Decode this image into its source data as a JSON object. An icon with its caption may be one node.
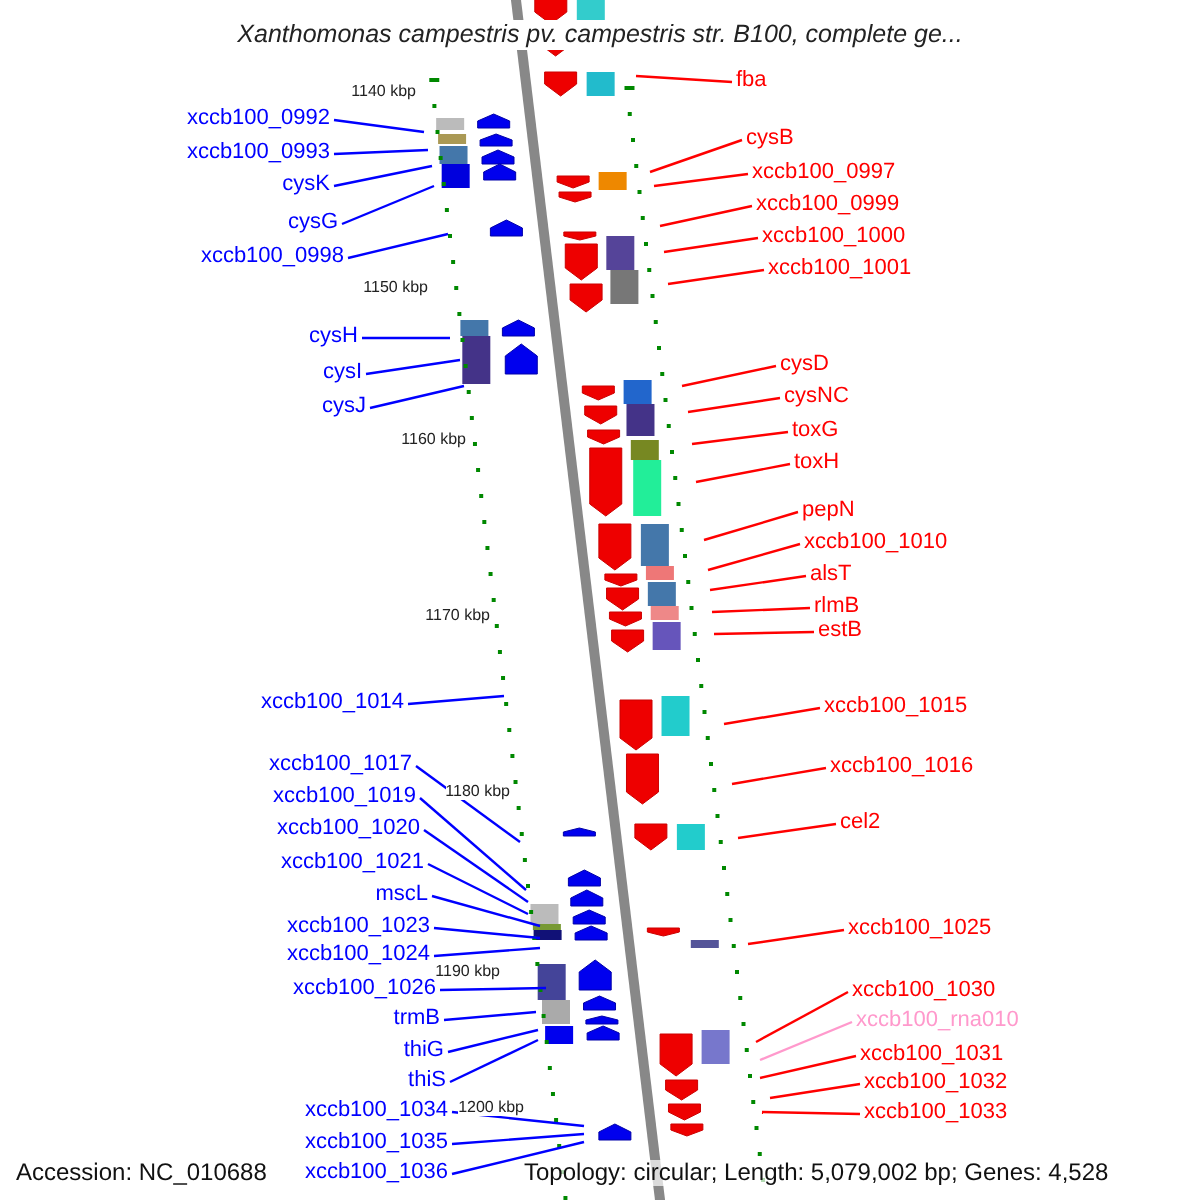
{
  "diagram": {
    "title": "Xanthomonas campestris pv. campestris str. B100, complete ge...",
    "nodes": [
      {
        "text": [
          "xccb100_0992"
        ]
      },
      {
        "text": [
          "xccb100_0993"
        ]
      },
      {
        "text": [
          "cysK"
        ]
      },
      {
        "text": [
          "cysG"
        ]
      },
      {
        "text": [
          "xccb100_0998"
        ]
      },
      {
        "text": [
          "cysH"
        ]
      },
      {
        "text": [
          "cysI"
        ]
      },
      {
        "text": [
          "cysJ"
        ]
      },
      {
        "text": [
          "xccb100_1014"
        ]
      },
      {
        "text": [
          "xccb100_1017"
        ]
      },
      {
        "text": [
          "xccb100_1019"
        ]
      },
      {
        "text": [
          "xccb100_1020"
        ]
      },
      {
        "text": [
          "xccb100_1021"
        ]
      },
      {
        "text": [
          "mscL"
        ]
      },
      {
        "text": [
          "xccb100_1023"
        ]
      },
      {
        "text": [
          "xccb100_1024"
        ]
      },
      {
        "text": [
          "xccb100_1026"
        ]
      },
      {
        "text": [
          "trmB"
        ]
      },
      {
        "text": [
          "thiG"
        ]
      },
      {
        "text": [
          "thiS"
        ]
      },
      {
        "text": [
          "xccb100_1034"
        ]
      },
      {
        "text": [
          "xccb100_1035"
        ]
      },
      {
        "text": [
          "xccb100_1036"
        ]
      },
      {
        "text": [
          "fba"
        ]
      },
      {
        "text": [
          "cysB"
        ]
      },
      {
        "text": [
          "xccb100_0997"
        ]
      },
      {
        "text": [
          "xccb100_0999"
        ]
      },
      {
        "text": [
          "xccb100_1000"
        ]
      },
      {
        "text": [
          "xccb100_1001"
        ]
      },
      {
        "text": [
          "cysD"
        ]
      },
      {
        "text": [
          "cysNC"
        ]
      },
      {
        "text": [
          "toxG"
        ]
      },
      {
        "text": [
          "toxH"
        ]
      },
      {
        "text": [
          "pepN"
        ]
      },
      {
        "text": [
          "xccb100_1010"
        ]
      },
      {
        "text": [
          "alsT"
        ]
      },
      {
        "text": [
          "rlmB"
        ]
      },
      {
        "text": [
          "estB"
        ]
      },
      {
        "text": [
          "xccb100_1015"
        ]
      },
      {
        "text": [
          "xccb100_1016"
        ]
      },
      {
        "text": [
          "cel2"
        ]
      },
      {
        "text": [
          "xccb100_1025"
        ]
      },
      {
        "text": [
          "xccb100_1030"
        ]
      },
      {
        "text": [
          "xccb100_rna010"
        ]
      },
      {
        "text": [
          "xccb100_1031"
        ]
      },
      {
        "text": [
          "xccb100_1032"
        ]
      },
      {
        "text": [
          "xccb100_1033"
        ]
      }
    ],
    "edges": [
      {
        "from": 0,
        "to": null,
        "arrow": "none",
        "color": "#0000ff"
      },
      {
        "from": 1,
        "to": null,
        "arrow": "none",
        "color": "#0000ff"
      },
      {
        "from": 2,
        "to": null,
        "arrow": "none",
        "color": "#0000ff"
      },
      {
        "from": 3,
        "to": null,
        "arrow": "none",
        "color": "#0000ff"
      },
      {
        "from": 4,
        "to": null,
        "arrow": "none",
        "color": "#0000ff"
      },
      {
        "from": 5,
        "to": null,
        "arrow": "none",
        "color": "#0000ff"
      },
      {
        "from": 6,
        "to": null,
        "arrow": "none",
        "color": "#0000ff"
      },
      {
        "from": 7,
        "to": null,
        "arrow": "none",
        "color": "#0000ff"
      },
      {
        "from": 8,
        "to": null,
        "arrow": "none",
        "color": "#0000ff"
      },
      {
        "from": 9,
        "to": null,
        "arrow": "none",
        "color": "#0000ff"
      },
      {
        "from": 10,
        "to": null,
        "arrow": "none",
        "color": "#0000ff"
      },
      {
        "from": 11,
        "to": null,
        "arrow": "none",
        "color": "#0000ff"
      },
      {
        "from": 12,
        "to": null,
        "arrow": "none",
        "color": "#0000ff"
      },
      {
        "from": 13,
        "to": null,
        "arrow": "none",
        "color": "#0000ff"
      },
      {
        "from": 14,
        "to": null,
        "arrow": "none",
        "color": "#0000ff"
      },
      {
        "from": 15,
        "to": null,
        "arrow": "none",
        "color": "#0000ff"
      },
      {
        "from": 16,
        "to": null,
        "arrow": "none",
        "color": "#0000ff"
      },
      {
        "from": 17,
        "to": null,
        "arrow": "none",
        "color": "#0000ff"
      },
      {
        "from": 18,
        "to": null,
        "arrow": "none",
        "color": "#0000ff"
      },
      {
        "from": 19,
        "to": null,
        "arrow": "none",
        "color": "#0000ff"
      },
      {
        "from": 20,
        "to": null,
        "arrow": "none",
        "color": "#0000ff"
      },
      {
        "from": 21,
        "to": null,
        "arrow": "none",
        "color": "#0000ff"
      },
      {
        "from": 22,
        "to": null,
        "arrow": "none",
        "color": "#0000ff"
      },
      {
        "from": 23,
        "to": null,
        "arrow": "none",
        "color": "#ff0000"
      },
      {
        "from": 24,
        "to": null,
        "arrow": "none",
        "color": "#ff0000"
      },
      {
        "from": 25,
        "to": null,
        "arrow": "none",
        "color": "#ff0000"
      },
      {
        "from": 26,
        "to": null,
        "arrow": "none",
        "color": "#ff0000"
      },
      {
        "from": 27,
        "to": null,
        "arrow": "none",
        "color": "#ff0000"
      },
      {
        "from": 28,
        "to": null,
        "arrow": "none",
        "color": "#ff0000"
      },
      {
        "from": 29,
        "to": null,
        "arrow": "none",
        "color": "#ff0000"
      },
      {
        "from": 30,
        "to": null,
        "arrow": "none",
        "color": "#ff0000"
      },
      {
        "from": 31,
        "to": null,
        "arrow": "none",
        "color": "#ff0000"
      },
      {
        "from": 32,
        "to": null,
        "arrow": "none",
        "color": "#ff0000"
      },
      {
        "from": 33,
        "to": null,
        "arrow": "none",
        "color": "#ff0000"
      },
      {
        "from": 34,
        "to": null,
        "arrow": "none",
        "color": "#ff0000"
      },
      {
        "from": 35,
        "to": null,
        "arrow": "none",
        "color": "#ff0000"
      },
      {
        "from": 36,
        "to": null,
        "arrow": "none",
        "color": "#ff0000"
      },
      {
        "from": 37,
        "to": null,
        "arrow": "none",
        "color": "#ff0000"
      },
      {
        "from": 38,
        "to": null,
        "arrow": "none",
        "color": "#ff0000"
      },
      {
        "from": 39,
        "to": null,
        "arrow": "none",
        "color": "#ff0000"
      },
      {
        "from": 40,
        "to": null,
        "arrow": "none",
        "color": "#ff0000"
      },
      {
        "from": 41,
        "to": null,
        "arrow": "none",
        "color": "#ff0000"
      },
      {
        "from": 42,
        "to": null,
        "arrow": "none",
        "color": "#ff0000"
      },
      {
        "from": 43,
        "to": null,
        "arrow": "none",
        "color": "#ff99cc"
      },
      {
        "from": 44,
        "to": null,
        "arrow": "none",
        "color": "#ff0000"
      },
      {
        "from": 45,
        "to": null,
        "arrow": "none",
        "color": "#ff0000"
      },
      {
        "from": 46,
        "to": null,
        "arrow": "none",
        "color": "#ff0000"
      }
    ],
    "labels": [
      "1140 kbp",
      "1150 kbp",
      "1160 kbp",
      "1170 kbp",
      "1180 kbp",
      "1190 kbp",
      "1200 kbp",
      "Accession: NC_010688",
      "Topology: circular; Length: 5,079,002 bp; Genes: 4,528"
    ]
  }
}
